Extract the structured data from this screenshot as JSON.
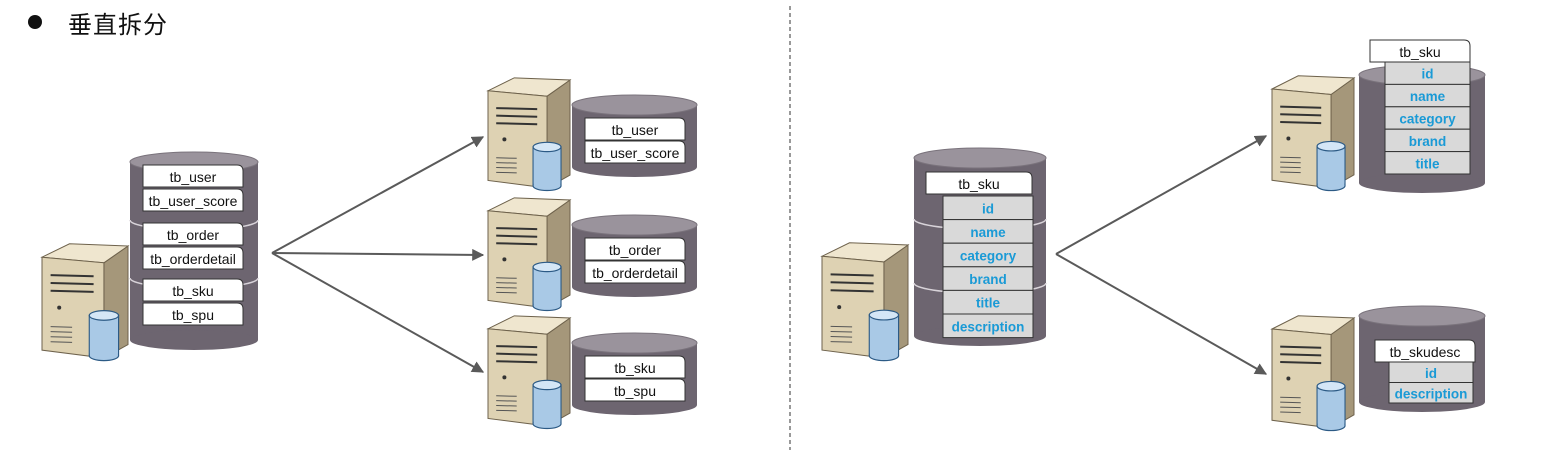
{
  "heading": "垂直拆分",
  "left": {
    "source_db": [
      "tb_user",
      "tb_user_score",
      "tb_order",
      "tb_orderdetail",
      "tb_sku",
      "tb_spu"
    ],
    "targets": [
      [
        "tb_user",
        "tb_user_score"
      ],
      [
        "tb_order",
        "tb_orderdetail"
      ],
      [
        "tb_sku",
        "tb_spu"
      ]
    ]
  },
  "right": {
    "source_table": "tb_sku",
    "source_fields": [
      "id",
      "name",
      "category",
      "brand",
      "title",
      "description"
    ],
    "target1_table": "tb_sku",
    "target1_fields": [
      "id",
      "name",
      "category",
      "brand",
      "title"
    ],
    "target2_table": "tb_skudesc",
    "target2_fields": [
      "id",
      "description"
    ]
  },
  "colors": {
    "cylinder_body": "#6d6570",
    "cylinder_top": "#9a939c",
    "field_text": "#1a9ad6",
    "field_fill": "#d9d9d9",
    "arrow": "#5a5a5a",
    "server_body": "#ded2b3",
    "server_side": "#a5977a",
    "disk": "#a9c9e6"
  },
  "icons": [
    "server-icon",
    "database-icon",
    "arrow-icon"
  ]
}
